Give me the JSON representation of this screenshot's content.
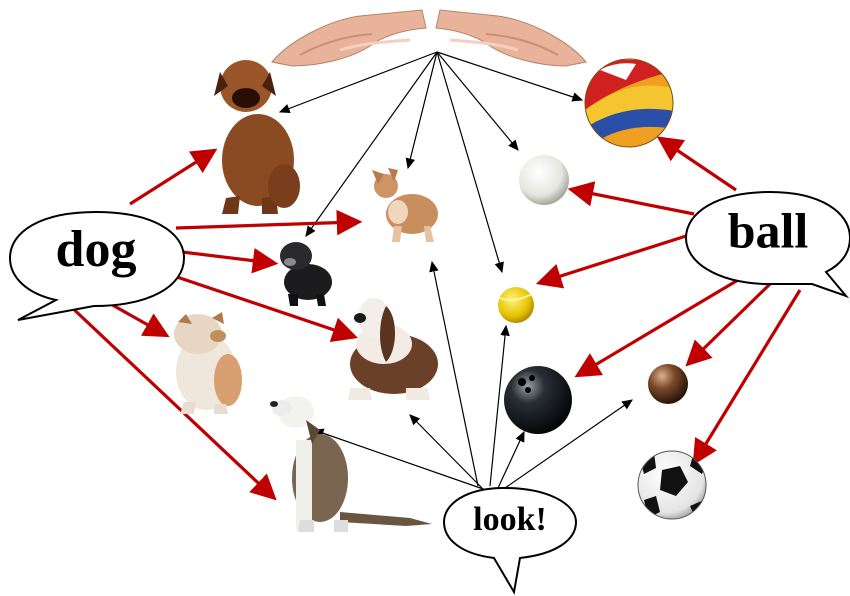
{
  "bubbles": {
    "dog": "dog",
    "ball": "ball",
    "look": "look!"
  },
  "colors": {
    "word_arrow": "#c00000",
    "look_arrow": "#000000",
    "background": "#ffffff"
  },
  "icons": {
    "hands": "pointing-hands-icon",
    "dogs": [
      "mastiff-dog-icon",
      "chihuahua-dog-icon",
      "black-puppy-dog-icon",
      "bulldog-dog-icon",
      "basset-hound-dog-icon",
      "pitbull-dog-icon"
    ],
    "balls": [
      "beach-ball-icon",
      "white-ball-icon",
      "tennis-ball-icon",
      "bowling-ball-icon",
      "small-bronze-ball-icon",
      "soccer-ball-icon"
    ]
  }
}
